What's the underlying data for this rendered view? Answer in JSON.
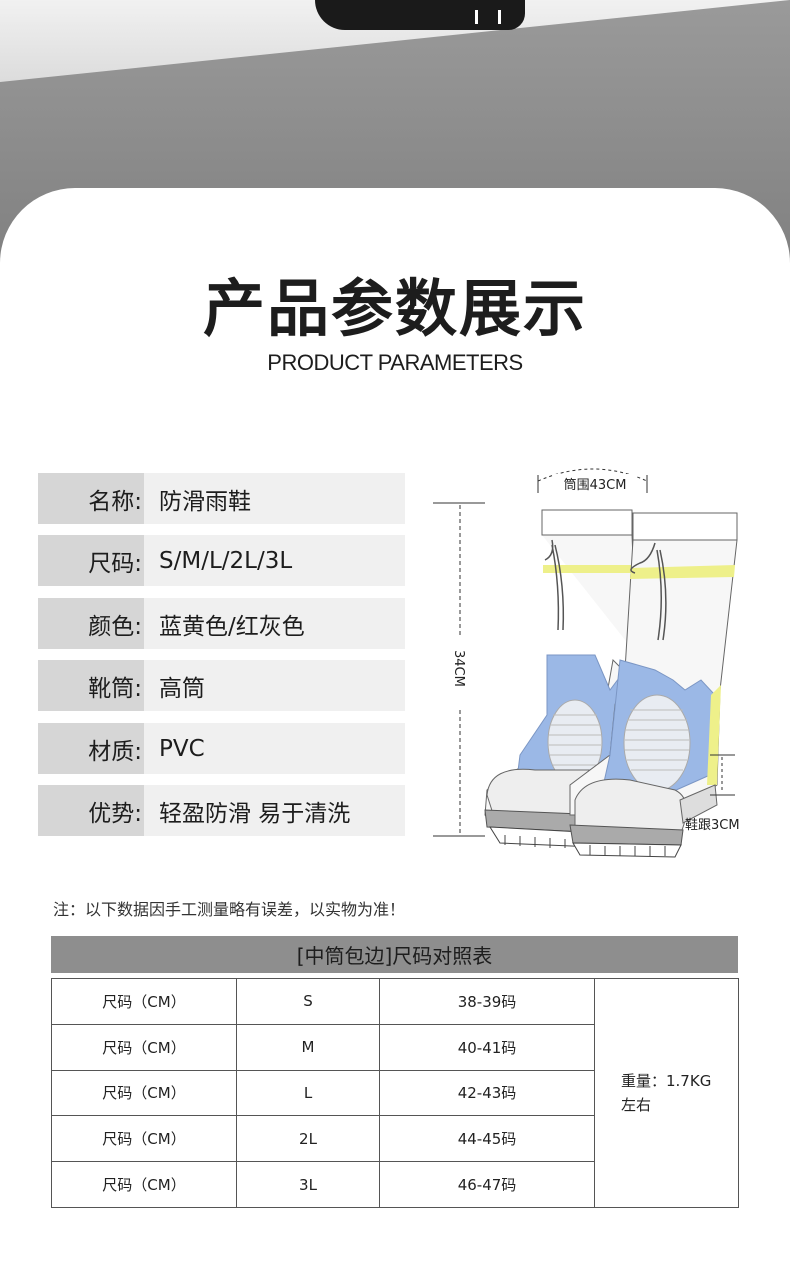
{
  "header": {
    "title_cn": "产品参数展示",
    "title_en": "PRODUCT PARAMETERS"
  },
  "params": [
    {
      "label": "名称:",
      "value": "防滑雨鞋"
    },
    {
      "label": "尺码:",
      "value": "S/M/L/2L/3L"
    },
    {
      "label": "颜色:",
      "value": "蓝黄色/红灰色"
    },
    {
      "label": "靴筒:",
      "value": "高筒"
    },
    {
      "label": "材质:",
      "value": "PVC"
    },
    {
      "label": "优势:",
      "value": "轻盈防滑 易于清洗"
    }
  ],
  "figure": {
    "circumference": "筒围43CM",
    "height": "34CM",
    "heel": "鞋跟3CM"
  },
  "note": "注：以下数据因手工测量略有误差，以实物为准！",
  "size_table": {
    "title": "[中筒包边]尺码对照表",
    "rows": [
      {
        "label": "尺码（CM）",
        "size": "S",
        "code": "38-39码"
      },
      {
        "label": "尺码（CM）",
        "size": "M",
        "code": "40-41码"
      },
      {
        "label": "尺码（CM）",
        "size": "L",
        "code": "42-43码"
      },
      {
        "label": "尺码（CM）",
        "size": "2L",
        "code": "44-45码"
      },
      {
        "label": "尺码（CM）",
        "size": "3L",
        "code": "46-47码"
      }
    ],
    "weight_line1": "重量：1.7KG",
    "weight_line2": "左右"
  },
  "colors": {
    "boot_blue": "#9bb8e6",
    "boot_yellow": "#eef08a",
    "header_gray": "#8e8e8e",
    "label_gray": "#d6d6d6"
  }
}
